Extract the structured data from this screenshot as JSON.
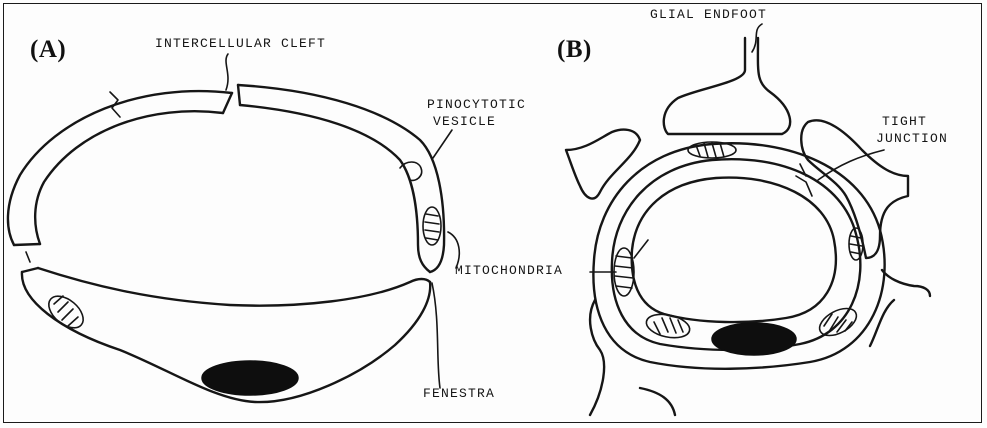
{
  "panels": {
    "a": {
      "label": "(A)",
      "labels": {
        "intercellular_cleft": "INTERCELLULAR CLEFT",
        "pinocytotic_vesicle": [
          "PINOCYTOTIC",
          "VESICLE"
        ],
        "mitochondria": "MITOCHONDRIA",
        "fenestra": "FENESTRA"
      }
    },
    "b": {
      "label": "(B)",
      "labels": {
        "glial_endfoot": "GLIAL ENDFOOT",
        "tight_junction": [
          "TIGHT",
          "JUNCTION"
        ]
      }
    }
  },
  "colors": {
    "ink": "#161616",
    "nucleus": "#0e0e0e",
    "background": "#fdfdfd"
  }
}
